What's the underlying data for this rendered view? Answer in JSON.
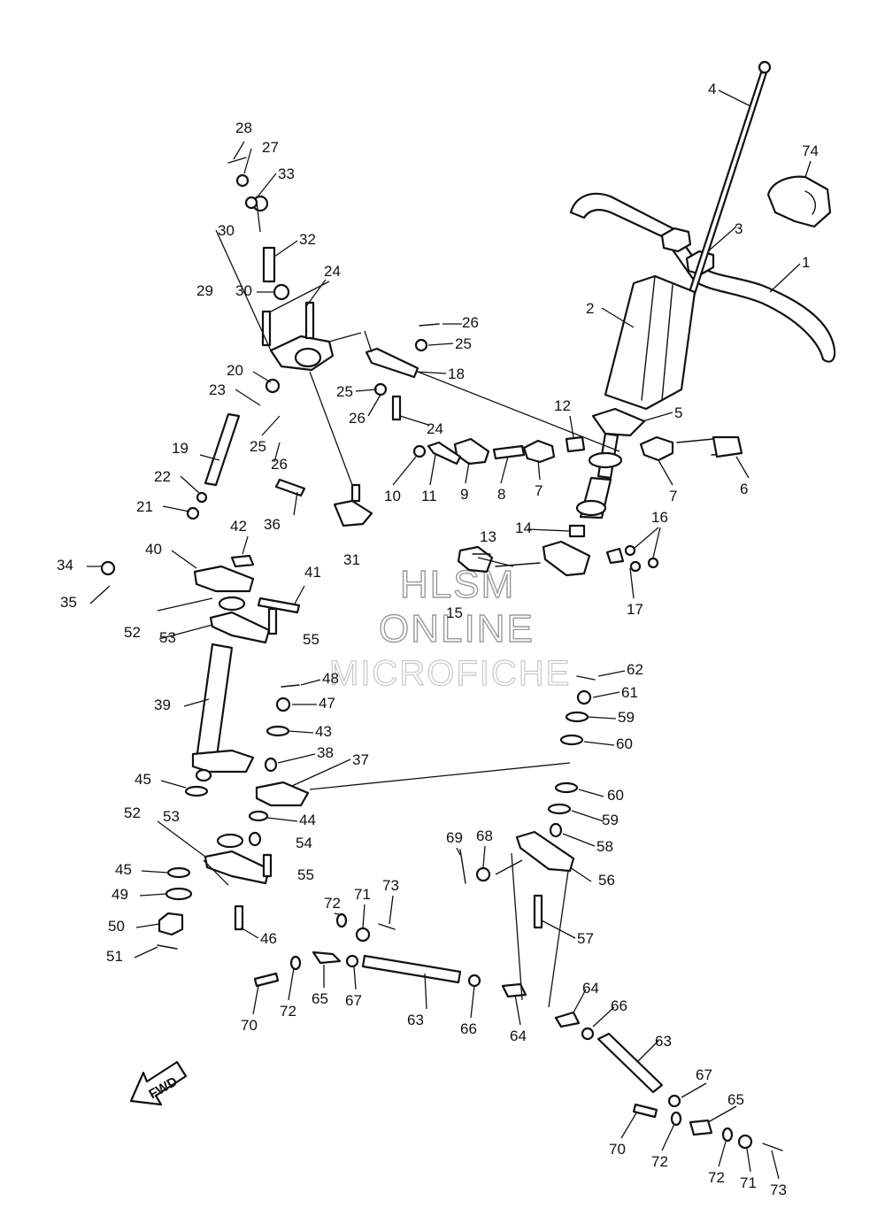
{
  "watermark": {
    "line1": "HLSM",
    "line2": "ONLINE",
    "line3": "MICROFICHE"
  },
  "fwd_label": "FWD",
  "callouts": [
    "1",
    "2",
    "3",
    "4",
    "5",
    "6",
    "7",
    "8",
    "9",
    "10",
    "11",
    "12",
    "13",
    "14",
    "15",
    "16",
    "17",
    "18",
    "19",
    "20",
    "21",
    "22",
    "23",
    "24",
    "25",
    "26",
    "27",
    "28",
    "29",
    "30",
    "31",
    "32",
    "33",
    "34",
    "35",
    "36",
    "37",
    "38",
    "39",
    "40",
    "41",
    "42",
    "43",
    "44",
    "45",
    "46",
    "47",
    "48",
    "49",
    "50",
    "51",
    "52",
    "53",
    "54",
    "55",
    "56",
    "57",
    "58",
    "59",
    "60",
    "61",
    "62",
    "63",
    "64",
    "65",
    "66",
    "67",
    "68",
    "69",
    "70",
    "71",
    "72",
    "73",
    "74"
  ]
}
